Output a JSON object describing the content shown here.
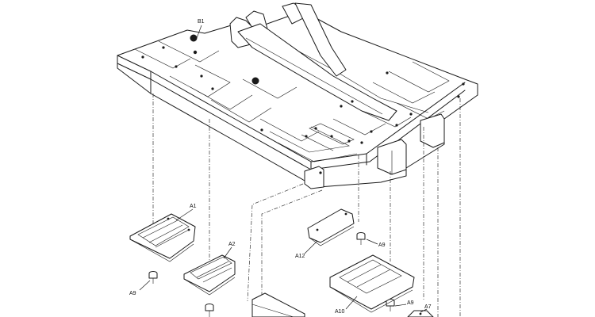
{
  "labels": {
    "b1": "B1",
    "a1": "A1",
    "a2": "A2",
    "a9_left": "A9",
    "a12": "A12",
    "a9_mid": "A9",
    "a10": "A10",
    "a9_right": "A9",
    "a7": "A7"
  },
  "colors": {
    "line": "#1a1a1a",
    "background": "#ffffff"
  }
}
